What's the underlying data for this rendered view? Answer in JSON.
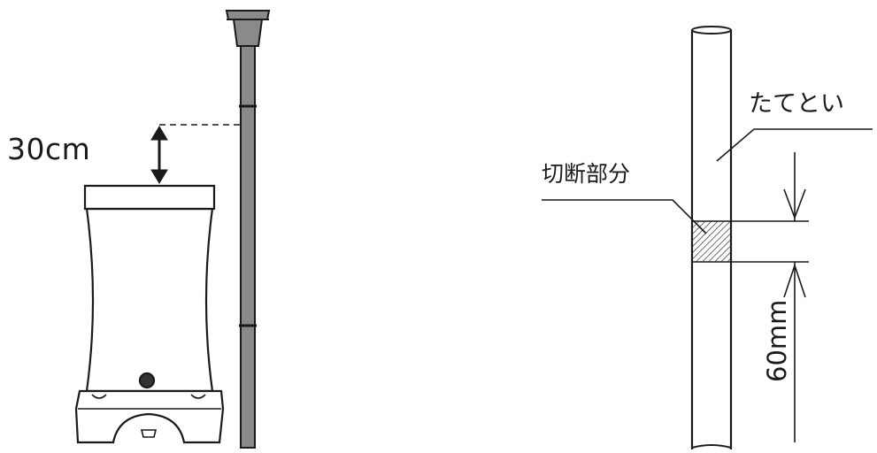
{
  "left_figure": {
    "height_label": "30cm"
  },
  "right_figure": {
    "pipe_label": "たてとい",
    "cut_label": "切断部分",
    "cut_length_label": "60mm"
  }
}
